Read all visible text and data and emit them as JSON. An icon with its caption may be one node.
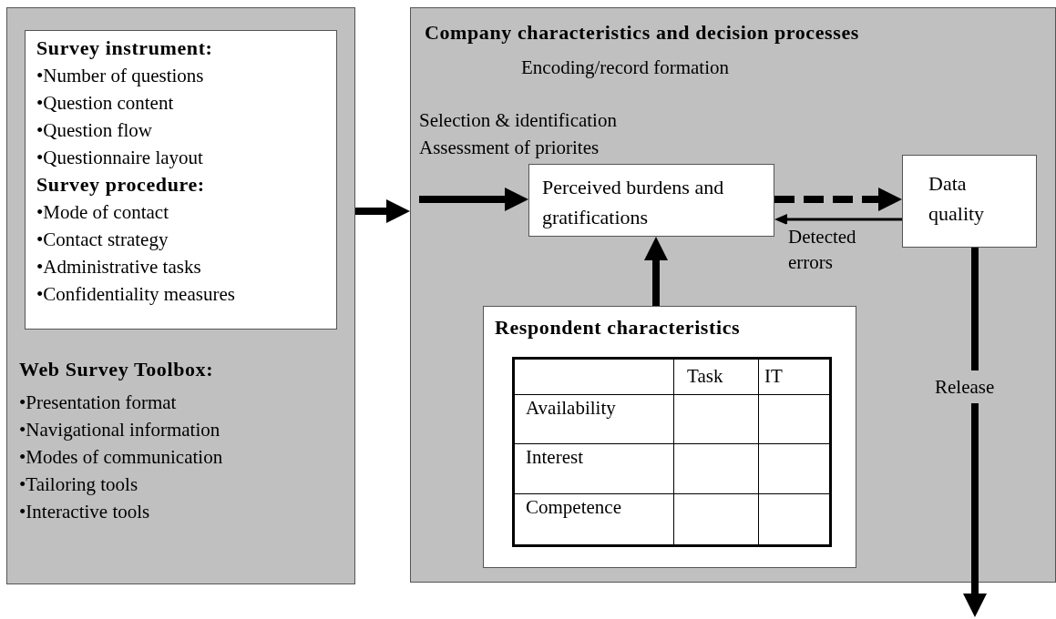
{
  "diagram": {
    "nodes": [
      {
        "text": [
          "Web Survey Toolbox:",
          "•Presentation format",
          "•Navigational information",
          "•Modes of communication",
          "•Tailoring tools",
          "•Interactive tools"
        ]
      },
      {
        "text": [
          "Survey instrument:",
          "•Number of questions",
          "•Question content",
          "•Question flow",
          "•Questionnaire layout",
          "Survey procedure:",
          "•Mode of contact",
          "•Contact strategy",
          "•Administrative tasks",
          "•Confidentiality measures"
        ],
        "in": 0
      },
      {
        "text": [
          "Company characteristics and decision processes",
          "Encoding/record formation",
          "Selection & identification",
          "Assessment of priorites"
        ]
      },
      {
        "text": [
          "Perceived burdens and gratifications"
        ],
        "in": 2
      },
      {
        "text": [
          "Data quality"
        ],
        "in": 2
      },
      {
        "text": [
          "Respondent characteristics"
        ],
        "in": 2
      }
    ],
    "edges": [
      {
        "from": 0,
        "to": 2,
        "arrow": "to"
      },
      {
        "from": null,
        "to": 3,
        "arrow": "to"
      },
      {
        "from": 3,
        "to": 4,
        "arrow": "to",
        "style": "dashed"
      },
      {
        "from": 4,
        "to": 3,
        "arrow": "to",
        "label": "Detected errors"
      },
      {
        "from": 5,
        "to": 3,
        "arrow": "to"
      },
      {
        "from": 4,
        "to": null,
        "arrow": "to",
        "label": "Release"
      }
    ],
    "labels": [
      "Task",
      "IT",
      "Availability",
      "Interest",
      "Competence"
    ]
  }
}
